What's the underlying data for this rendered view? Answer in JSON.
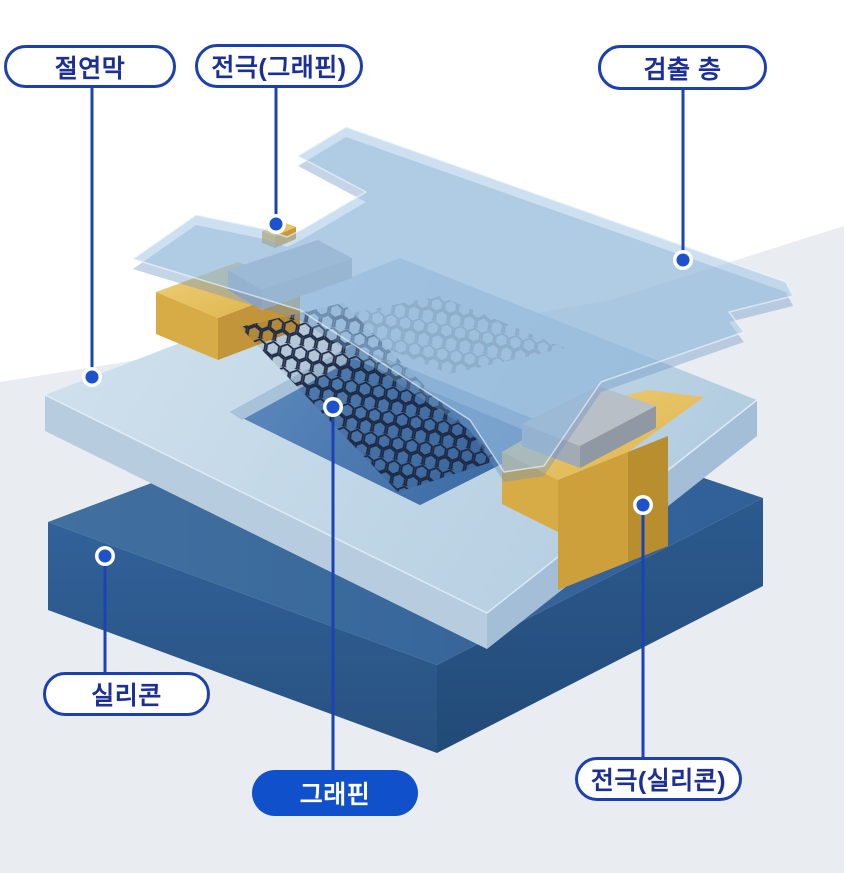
{
  "diagram": {
    "labels": {
      "insulating_film": "절연막",
      "electrode_graphene": "전극(그래핀)",
      "detection_layer": "검출 층",
      "silicon": "실리콘",
      "graphene": "그래핀",
      "electrode_silicon": "전극(실리콘)"
    },
    "colors": {
      "label_border": "#1c40ae",
      "label_text": "#1b2f96",
      "label_fill": "#ffffff",
      "graphene_label_fill": "#1150cb",
      "graphene_label_text": "#ffffff",
      "connector_line": "#1b44b2",
      "connector_dot": "#1d52cc",
      "background_top": "#ffffff",
      "background_panel": "#e9edf2",
      "silicon_top": "#3b6aa0",
      "silicon_front_left": "#2f5d95",
      "silicon_front_right": "#2a5789",
      "insulator_top": "#cbdeeb",
      "insulator_front_left": "#b5cbdd",
      "insulator_front_right": "#a3bed6",
      "hole_floor": "#4a77ae",
      "gold_top": "#e9c765",
      "gold_front": "#d7ab45",
      "gold_side": "#c2953a",
      "pad_gray_top": "#b9bfc7",
      "pad_gray_front": "#a2aab4",
      "graphene_mesh": "#1b2742",
      "detection_tint": "rgba(158,196,228,0.52)"
    }
  }
}
